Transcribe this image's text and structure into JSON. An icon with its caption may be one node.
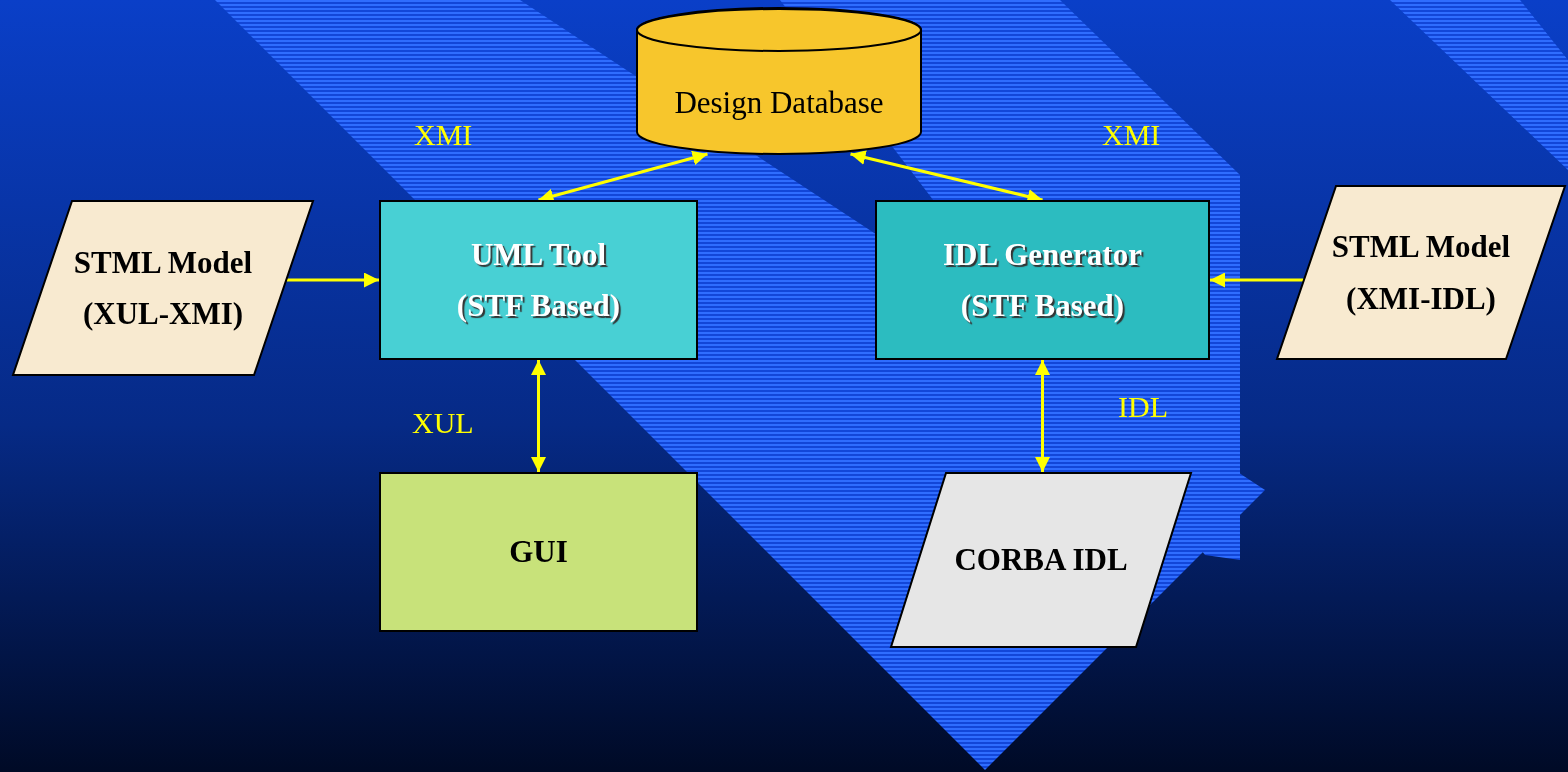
{
  "diagram": {
    "nodes": [
      {
        "text": [
          "Design Database"
        ]
      },
      {
        "text": [
          "STML Model (XUL-XMI)"
        ]
      },
      {
        "text": [
          "UML Tool (STF Based)"
        ]
      },
      {
        "text": [
          "IDL Generator (STF Based)"
        ]
      },
      {
        "text": [
          "STML Model (XMI-IDL)"
        ]
      },
      {
        "text": [
          "GUI"
        ]
      },
      {
        "text": [
          "CORBA IDL"
        ]
      }
    ],
    "edges": [
      {
        "from": 2,
        "to": 0,
        "arrow": "both",
        "label": "XMI"
      },
      {
        "from": 3,
        "to": 0,
        "arrow": "both",
        "label": "XMI"
      },
      {
        "from": 1,
        "to": 2,
        "arrow": "to"
      },
      {
        "from": 4,
        "to": 3,
        "arrow": "to"
      },
      {
        "from": 2,
        "to": 5,
        "arrow": "both",
        "label": "XUL"
      },
      {
        "from": 3,
        "to": 6,
        "arrow": "both",
        "label": "IDL"
      }
    ]
  }
}
